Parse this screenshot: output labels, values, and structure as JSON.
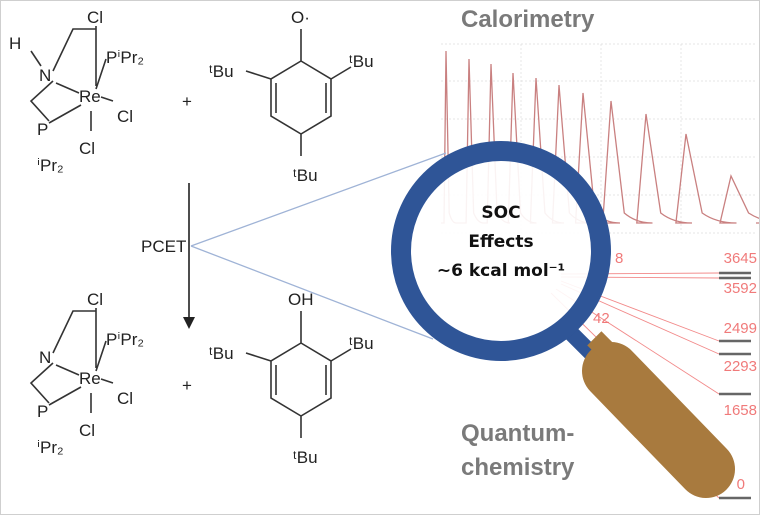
{
  "reactants": {
    "complex": {
      "cl_top": "Cl",
      "h": "H",
      "n": "N",
      "re": "Re",
      "p_upper": "PⁱPr₂",
      "cl_right": "Cl",
      "cl_bottom": "Cl",
      "p_lower": "P",
      "ipr2_lower": "ⁱPr₂"
    },
    "plus": "+",
    "phenol": {
      "o": "O·",
      "tbu_left": "ᵗBu",
      "tbu_right": "ᵗBu",
      "tbu_bottom": "ᵗBu"
    }
  },
  "reaction_label": "PCET",
  "products": {
    "complex": {
      "cl_top": "Cl",
      "n": "N",
      "re": "Re",
      "p_upper": "PⁱPr₂",
      "cl_right": "Cl",
      "cl_bottom": "Cl",
      "p_lower": "P",
      "ipr2_lower": "ⁱPr₂"
    },
    "plus": "+",
    "phenol": {
      "o": "OH",
      "tbu_left": "ᵗBu",
      "tbu_right": "ᵗBu",
      "tbu_bottom": "ᵗBu"
    }
  },
  "calorimetry_title": "Calorimetry",
  "magnifier": {
    "line1": "SOC",
    "line2": "Effects",
    "line3": "~6 kcal mol⁻¹"
  },
  "partial_labels": {
    "a": "8",
    "b": "42"
  },
  "quantum_title": {
    "line1": "Quantum-",
    "line2": "chemistry"
  },
  "energy_levels": [
    "3645",
    "3592",
    "2499",
    "2293",
    "1658",
    "0"
  ],
  "colors": {
    "magnifier": "#2f5597",
    "handle": "#a87a3e",
    "trace": "#c98080",
    "level_label": "#f07a7a"
  }
}
